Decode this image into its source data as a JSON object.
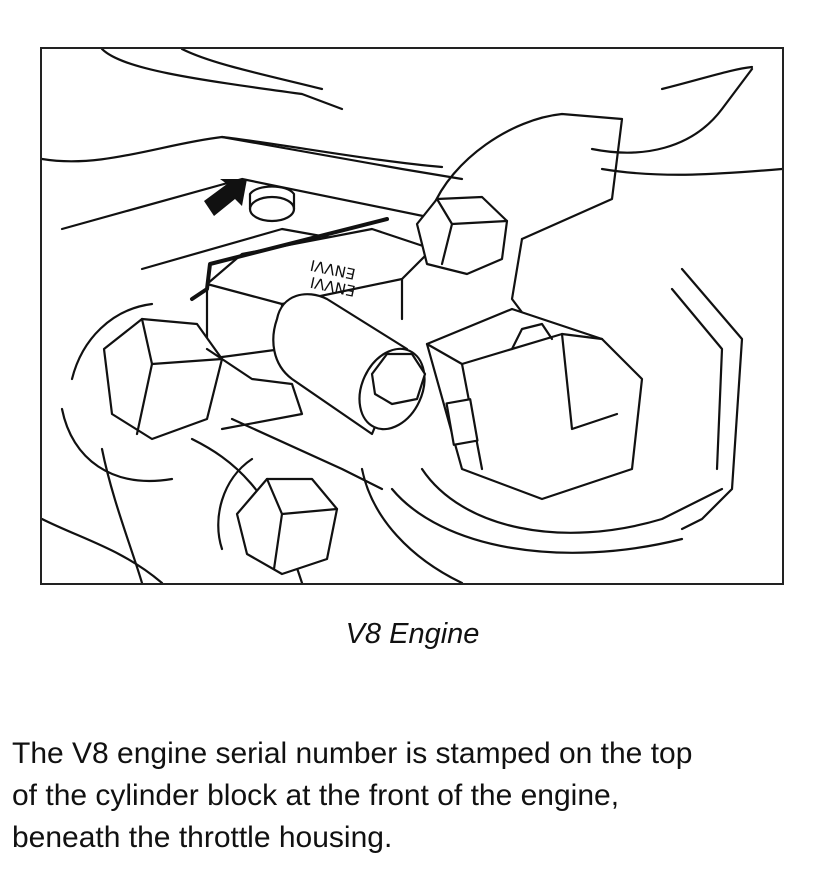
{
  "figure": {
    "stamp_lines": [
      "ENVVI",
      "ENVVI"
    ]
  },
  "caption": "V8 Engine",
  "description_lines": [
    "The V8 engine serial number is stamped on the top",
    "of the cylinder block at the front of the engine,",
    "beneath the throttle housing."
  ]
}
